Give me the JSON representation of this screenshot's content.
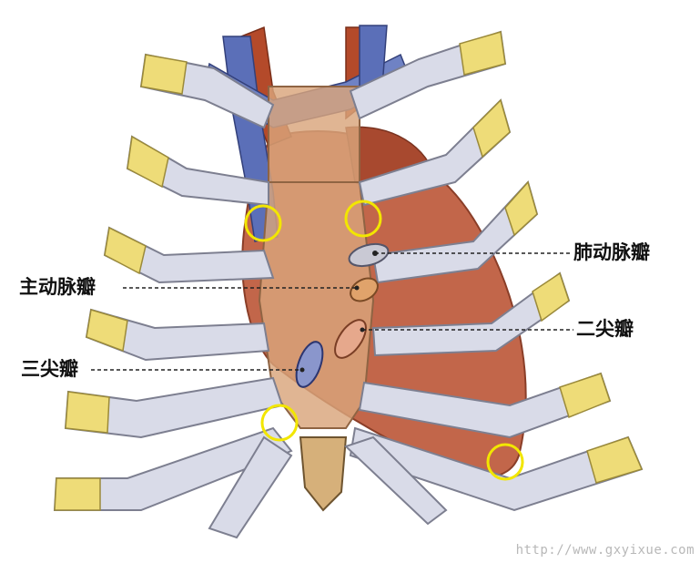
{
  "labels": {
    "pulmonary_valve": "肺动脉瓣",
    "aortic_valve": "主动脉瓣",
    "mitral_valve": "二尖瓣",
    "tricuspid_valve": "三尖瓣"
  },
  "watermark": "http://www.gxyixue.com",
  "colors": {
    "highlight_circle": "#f2e600",
    "rib_bone": "#d9dbe8",
    "costal_cartilage": "#eedc78",
    "heart_muscle": "#c2664a",
    "vein_blue": "#5b6fb8",
    "artery_red": "#b44a2a",
    "sternum": "#d9a57b",
    "leader_line": "#222222"
  },
  "icons": {
    "valve": "valve-icon",
    "auscultation_marker": "circle-marker-icon"
  }
}
